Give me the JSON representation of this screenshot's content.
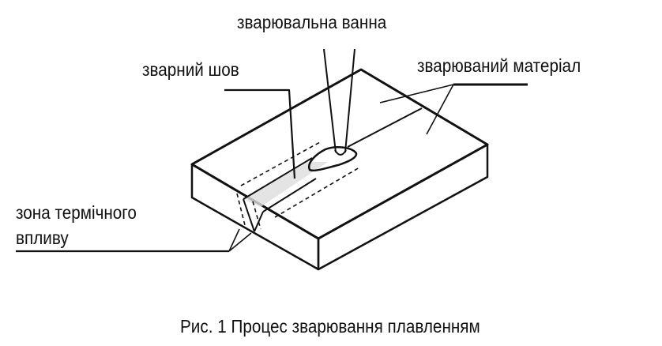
{
  "labels": {
    "weld_pool": "зварювальна ванна",
    "weld_seam": "зварний шов",
    "base_material": "зварюваний матеріал",
    "heat_zone_line1": "зона термічного",
    "heat_zone_line2": "впливу"
  },
  "caption": "Рис. 1 Процес зварювання плавленням"
}
